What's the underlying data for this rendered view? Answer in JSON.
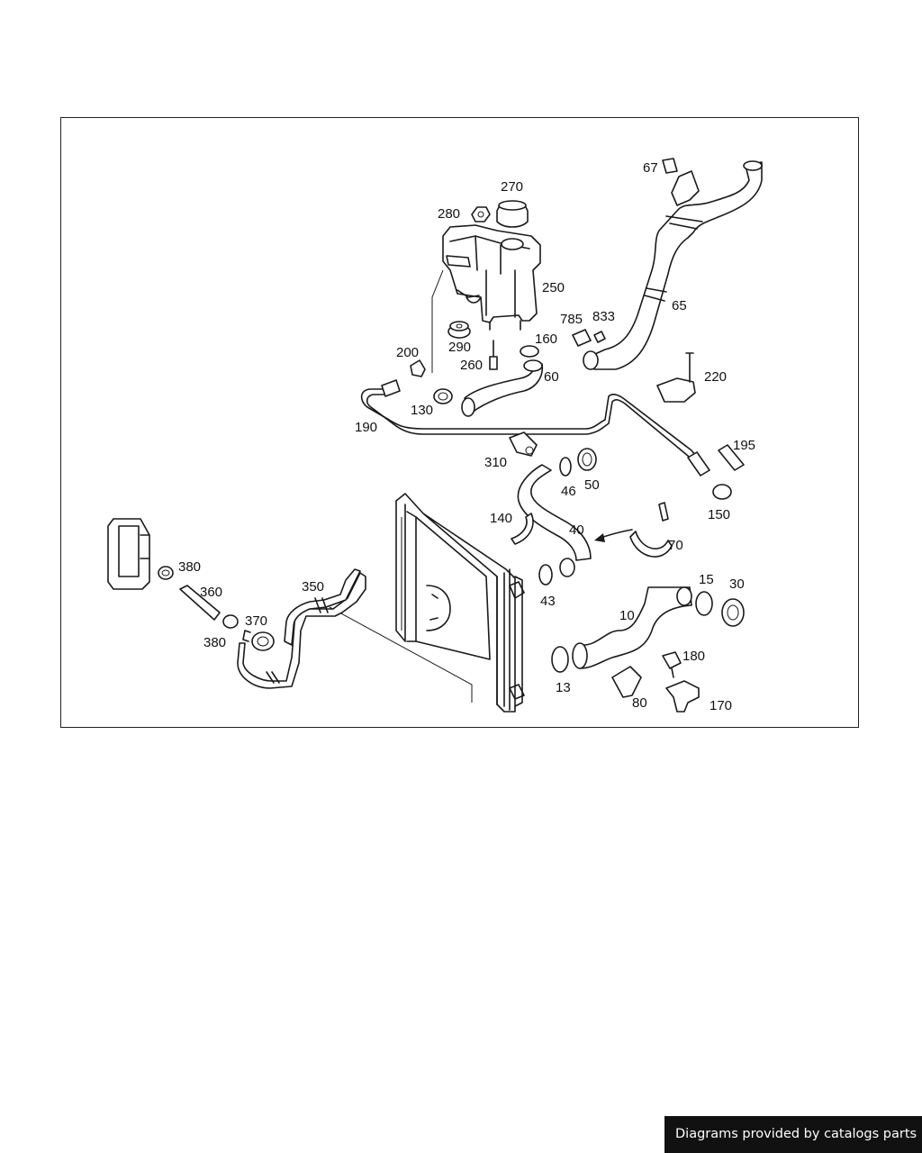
{
  "footer": {
    "credit": "Diagrams provided by catalogs parts"
  },
  "parts": {
    "p10": "10",
    "p13": "13",
    "p15": "15",
    "p30": "30",
    "p40": "40",
    "p43": "43",
    "p46": "46",
    "p50": "50",
    "p60": "60",
    "p65": "65",
    "p67": "67",
    "p70": "70",
    "p80": "80",
    "p130": "130",
    "p140": "140",
    "p150": "150",
    "p160": "160",
    "p170": "170",
    "p180": "180",
    "p190": "190",
    "p195": "195",
    "p200": "200",
    "p220": "220",
    "p250": "250",
    "p260": "260",
    "p270": "270",
    "p280": "280",
    "p290": "290",
    "p310": "310",
    "p350": "350",
    "p360": "360",
    "p370": "370",
    "p380a": "380",
    "p380b": "380",
    "p785": "785",
    "p833": "833"
  }
}
